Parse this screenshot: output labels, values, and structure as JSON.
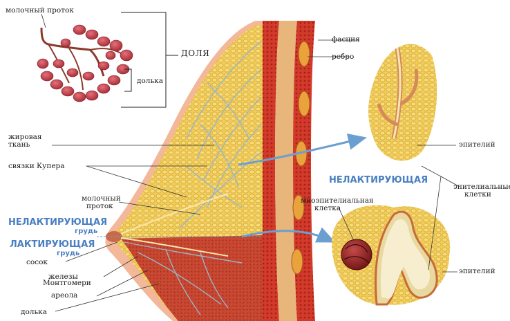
{
  "labels": {
    "milk_duct_top": "молочный проток",
    "lobe": "ДОЛЯ",
    "lobule_top": "долька",
    "fascia": "фасция",
    "rib": "ребро",
    "fat_line1": "жировая",
    "fat_line2": "ткань",
    "cooper": "связки Купера",
    "milk_duct_line1": "молочный",
    "milk_duct_line2": "проток",
    "nonlact_line1": "НЕЛАКТИРУЮЩАЯ",
    "nonlact_line2": "грудь",
    "lact_line1": "ЛАКТИРУЮЩАЯ",
    "lact_line2": "грудь",
    "nipple": "сосок",
    "montg_line1": "железы",
    "montg_line2": "Монтгомери",
    "areola": "ареола",
    "lobule_bottom": "долька",
    "epithelium_top": "эпителий",
    "nonlact_right": "НЕЛАКТИРУЮЩАЯ",
    "epi_cells_line1": "эпителиальные",
    "epi_cells_line2": "клетки",
    "myo_line1": "миоэпителиальная",
    "myo_line2": "клетка",
    "epithelium_bottom": "эпителий"
  },
  "colors": {
    "fat": "#f0c64a",
    "fat_dark": "#c99a2a",
    "tissue_red": "#c9302c",
    "muscle": "#d9442e",
    "lobule": "#b8323a",
    "ligament": "#9ab5c8",
    "arrow": "#6b9fd0",
    "label_blue": "#4a7fc1",
    "skin": "#f2b899"
  }
}
